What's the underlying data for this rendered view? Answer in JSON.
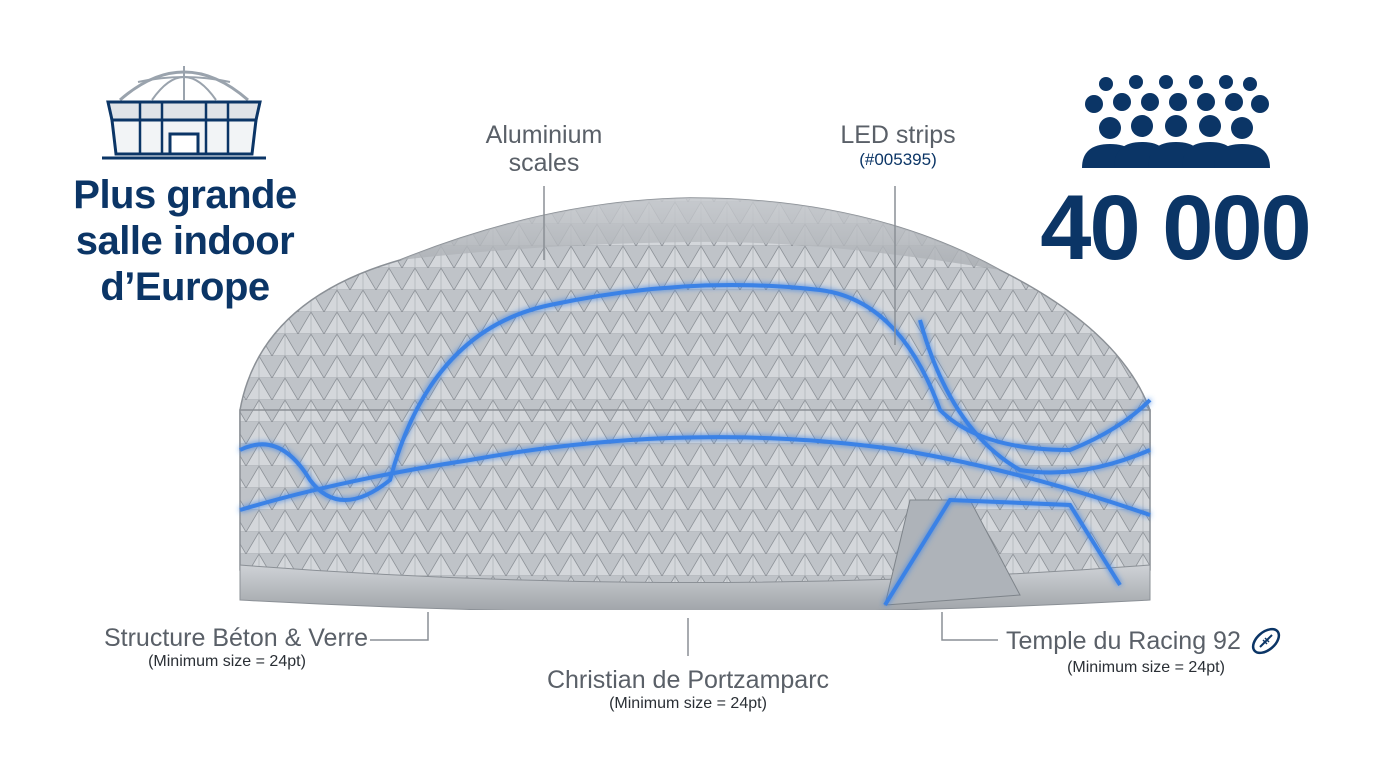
{
  "headline": {
    "line1": "Plus grande",
    "line2": "salle indoor",
    "line3": "d’Europe"
  },
  "capacity": {
    "value": "40 000"
  },
  "annotations": {
    "aluminium": {
      "line1": "Aluminium",
      "line2": "scales"
    },
    "led": {
      "title": "LED strips",
      "hex": "(#005395)"
    },
    "structure": {
      "title": "Structure Béton & Verre",
      "note": "(Minimum size = 24pt)"
    },
    "architect": {
      "title": "Christian de Portzamparc",
      "note": "(Minimum size = 24pt)"
    },
    "temple": {
      "title": "Temple du Racing 92",
      "note": "(Minimum size = 24pt)"
    }
  },
  "colors": {
    "navy": "#0b3566",
    "led_blue": "#3b82e6",
    "facade": "#b8bcc1",
    "text_gray": "#5a6068"
  },
  "icons": [
    "stadium-icon",
    "crowd-icon",
    "rugby-ball-icon"
  ]
}
